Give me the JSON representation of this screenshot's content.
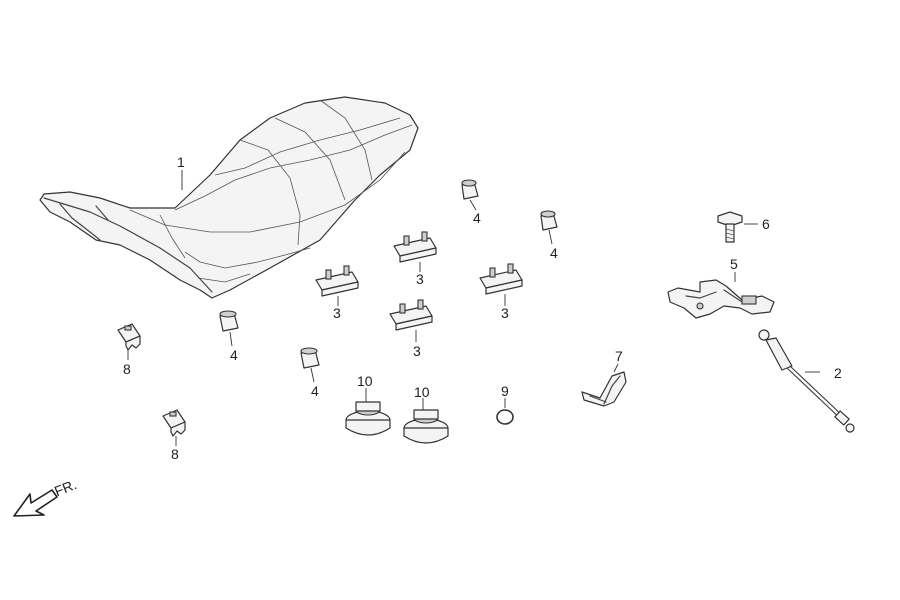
{
  "callouts": {
    "c1": "1",
    "c2": "2",
    "c3a": "3",
    "c3b": "3",
    "c3c": "3",
    "c3d": "3",
    "c4a": "4",
    "c4b": "4",
    "c4c": "4",
    "c4d": "4",
    "c5": "5",
    "c6": "6",
    "c7": "7",
    "c8a": "8",
    "c8b": "8",
    "c9": "9",
    "c10a": "10",
    "c10b": "10"
  },
  "direction_label": "FR.",
  "direction_icon": "arrow-down-left-icon"
}
